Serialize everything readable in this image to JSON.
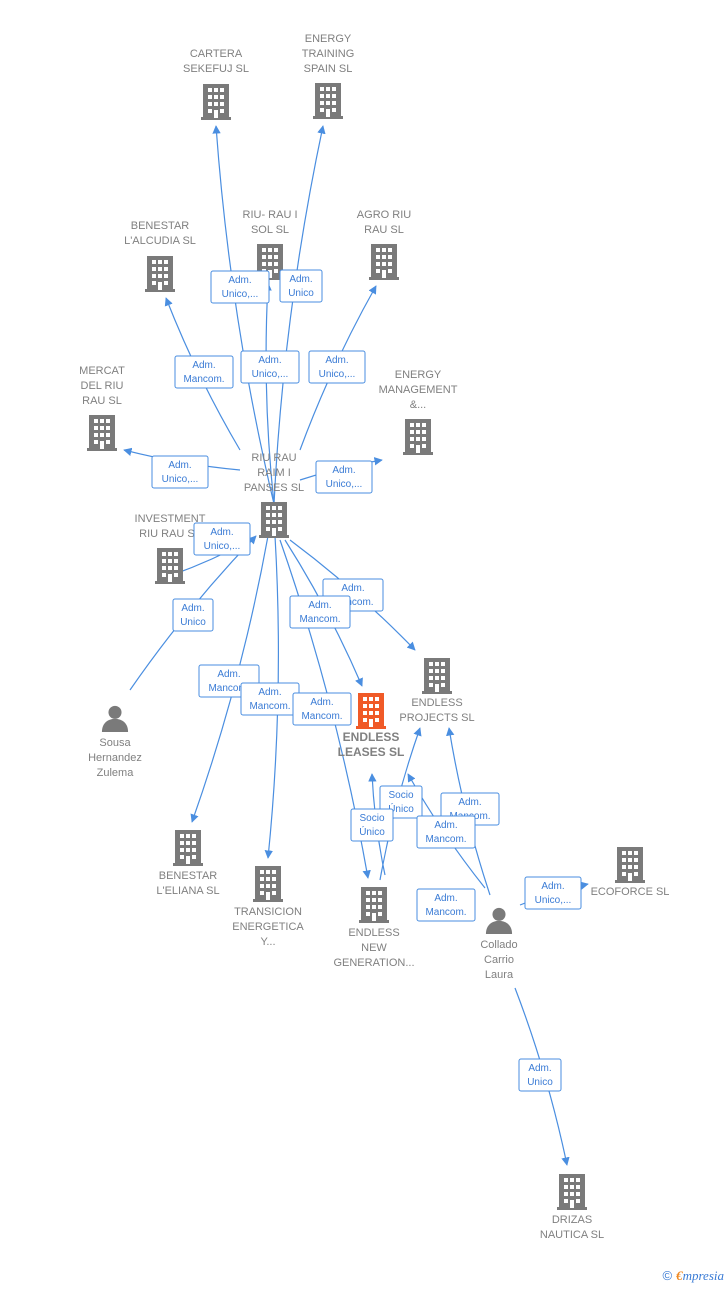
{
  "colors": {
    "edge": "#4a8ee0",
    "building": "#7a7a7a",
    "focus": "#f05a28",
    "person": "#7a7a7a"
  },
  "nodes": [
    {
      "id": "cartera",
      "type": "company",
      "lines": [
        "CARTERA",
        "SEKEFUJ  SL"
      ]
    },
    {
      "id": "energy_training",
      "type": "company",
      "lines": [
        "ENERGY",
        "TRAINING",
        "SPAIN  SL"
      ]
    },
    {
      "id": "riu_rau_sol",
      "type": "company",
      "lines": [
        "RIU- RAU I",
        "SOL  SL"
      ]
    },
    {
      "id": "agro",
      "type": "company",
      "lines": [
        "AGRO RIU",
        "RAU  SL"
      ]
    },
    {
      "id": "benestar_alcudia",
      "type": "company",
      "lines": [
        "BENESTAR",
        "L'ALCUDIA  SL"
      ]
    },
    {
      "id": "mercat",
      "type": "company",
      "lines": [
        "MERCAT",
        "DEL RIU",
        "RAU  SL"
      ]
    },
    {
      "id": "energy_mgmt",
      "type": "company",
      "lines": [
        "ENERGY",
        "MANAGEMENT",
        "&..."
      ]
    },
    {
      "id": "riu_rau_raim",
      "type": "company",
      "lines": [
        "RIU RAU",
        "RAIM I",
        "PANSES  SL"
      ]
    },
    {
      "id": "investment",
      "type": "company",
      "lines": [
        "INVESTMENT",
        "RIU RAU  SL"
      ]
    },
    {
      "id": "sousa",
      "type": "person",
      "lines": [
        "Sousa",
        "Hernandez",
        "Zulema"
      ]
    },
    {
      "id": "endless_leases",
      "type": "focus",
      "lines": [
        "ENDLESS",
        "LEASES  SL"
      ]
    },
    {
      "id": "endless_projects",
      "type": "company",
      "lines": [
        "ENDLESS",
        "PROJECTS  SL"
      ]
    },
    {
      "id": "benestar_eliana",
      "type": "company",
      "lines": [
        "BENESTAR",
        "L'ELIANA  SL"
      ]
    },
    {
      "id": "transicion",
      "type": "company",
      "lines": [
        "TRANSICION",
        "ENERGETICA",
        "Y..."
      ]
    },
    {
      "id": "endless_new",
      "type": "company",
      "lines": [
        "ENDLESS",
        "NEW",
        "GENERATION..."
      ]
    },
    {
      "id": "collado",
      "type": "person",
      "lines": [
        "Collado",
        "Carrio",
        "Laura"
      ]
    },
    {
      "id": "ecoforce",
      "type": "company",
      "lines": [
        "ECOFORCE SL"
      ]
    },
    {
      "id": "drizas",
      "type": "company",
      "lines": [
        "DRIZAS",
        "NAUTICA  SL"
      ]
    }
  ],
  "roles": [
    {
      "lines": [
        "Adm.",
        "Unico,..."
      ]
    },
    {
      "lines": [
        "Adm.",
        "Unico"
      ]
    },
    {
      "lines": [
        "Adm.",
        "Mancom."
      ]
    },
    {
      "lines": [
        "Adm.",
        "Unico,..."
      ]
    },
    {
      "lines": [
        "Adm.",
        "Unico,..."
      ]
    },
    {
      "lines": [
        "Adm.",
        "Unico,..."
      ]
    },
    {
      "lines": [
        "Adm.",
        "Unico,..."
      ]
    },
    {
      "lines": [
        "Adm.",
        "Unico,..."
      ]
    },
    {
      "lines": [
        "Adm.",
        "Unico"
      ]
    },
    {
      "lines": [
        "Adm.",
        "Mancom."
      ]
    },
    {
      "lines": [
        "Adm.",
        "Mancom."
      ]
    },
    {
      "lines": [
        "Adm.",
        "Mancom."
      ]
    },
    {
      "lines": [
        "Adm.",
        "Mancom."
      ]
    },
    {
      "lines": [
        "Adm.",
        "Mancom."
      ]
    },
    {
      "lines": [
        "Socio",
        "Único"
      ]
    },
    {
      "lines": [
        "Socio",
        "Único"
      ]
    },
    {
      "lines": [
        "Adm.",
        "Mancom."
      ]
    },
    {
      "lines": [
        "Adm.",
        "Mancom."
      ]
    },
    {
      "lines": [
        "Adm.",
        "Mancom."
      ]
    },
    {
      "lines": [
        "Adm.",
        "Unico,..."
      ]
    },
    {
      "lines": [
        "Adm.",
        "Unico"
      ]
    }
  ],
  "brand": {
    "copyright": "©",
    "first": "€",
    "rest": "mpresia"
  }
}
